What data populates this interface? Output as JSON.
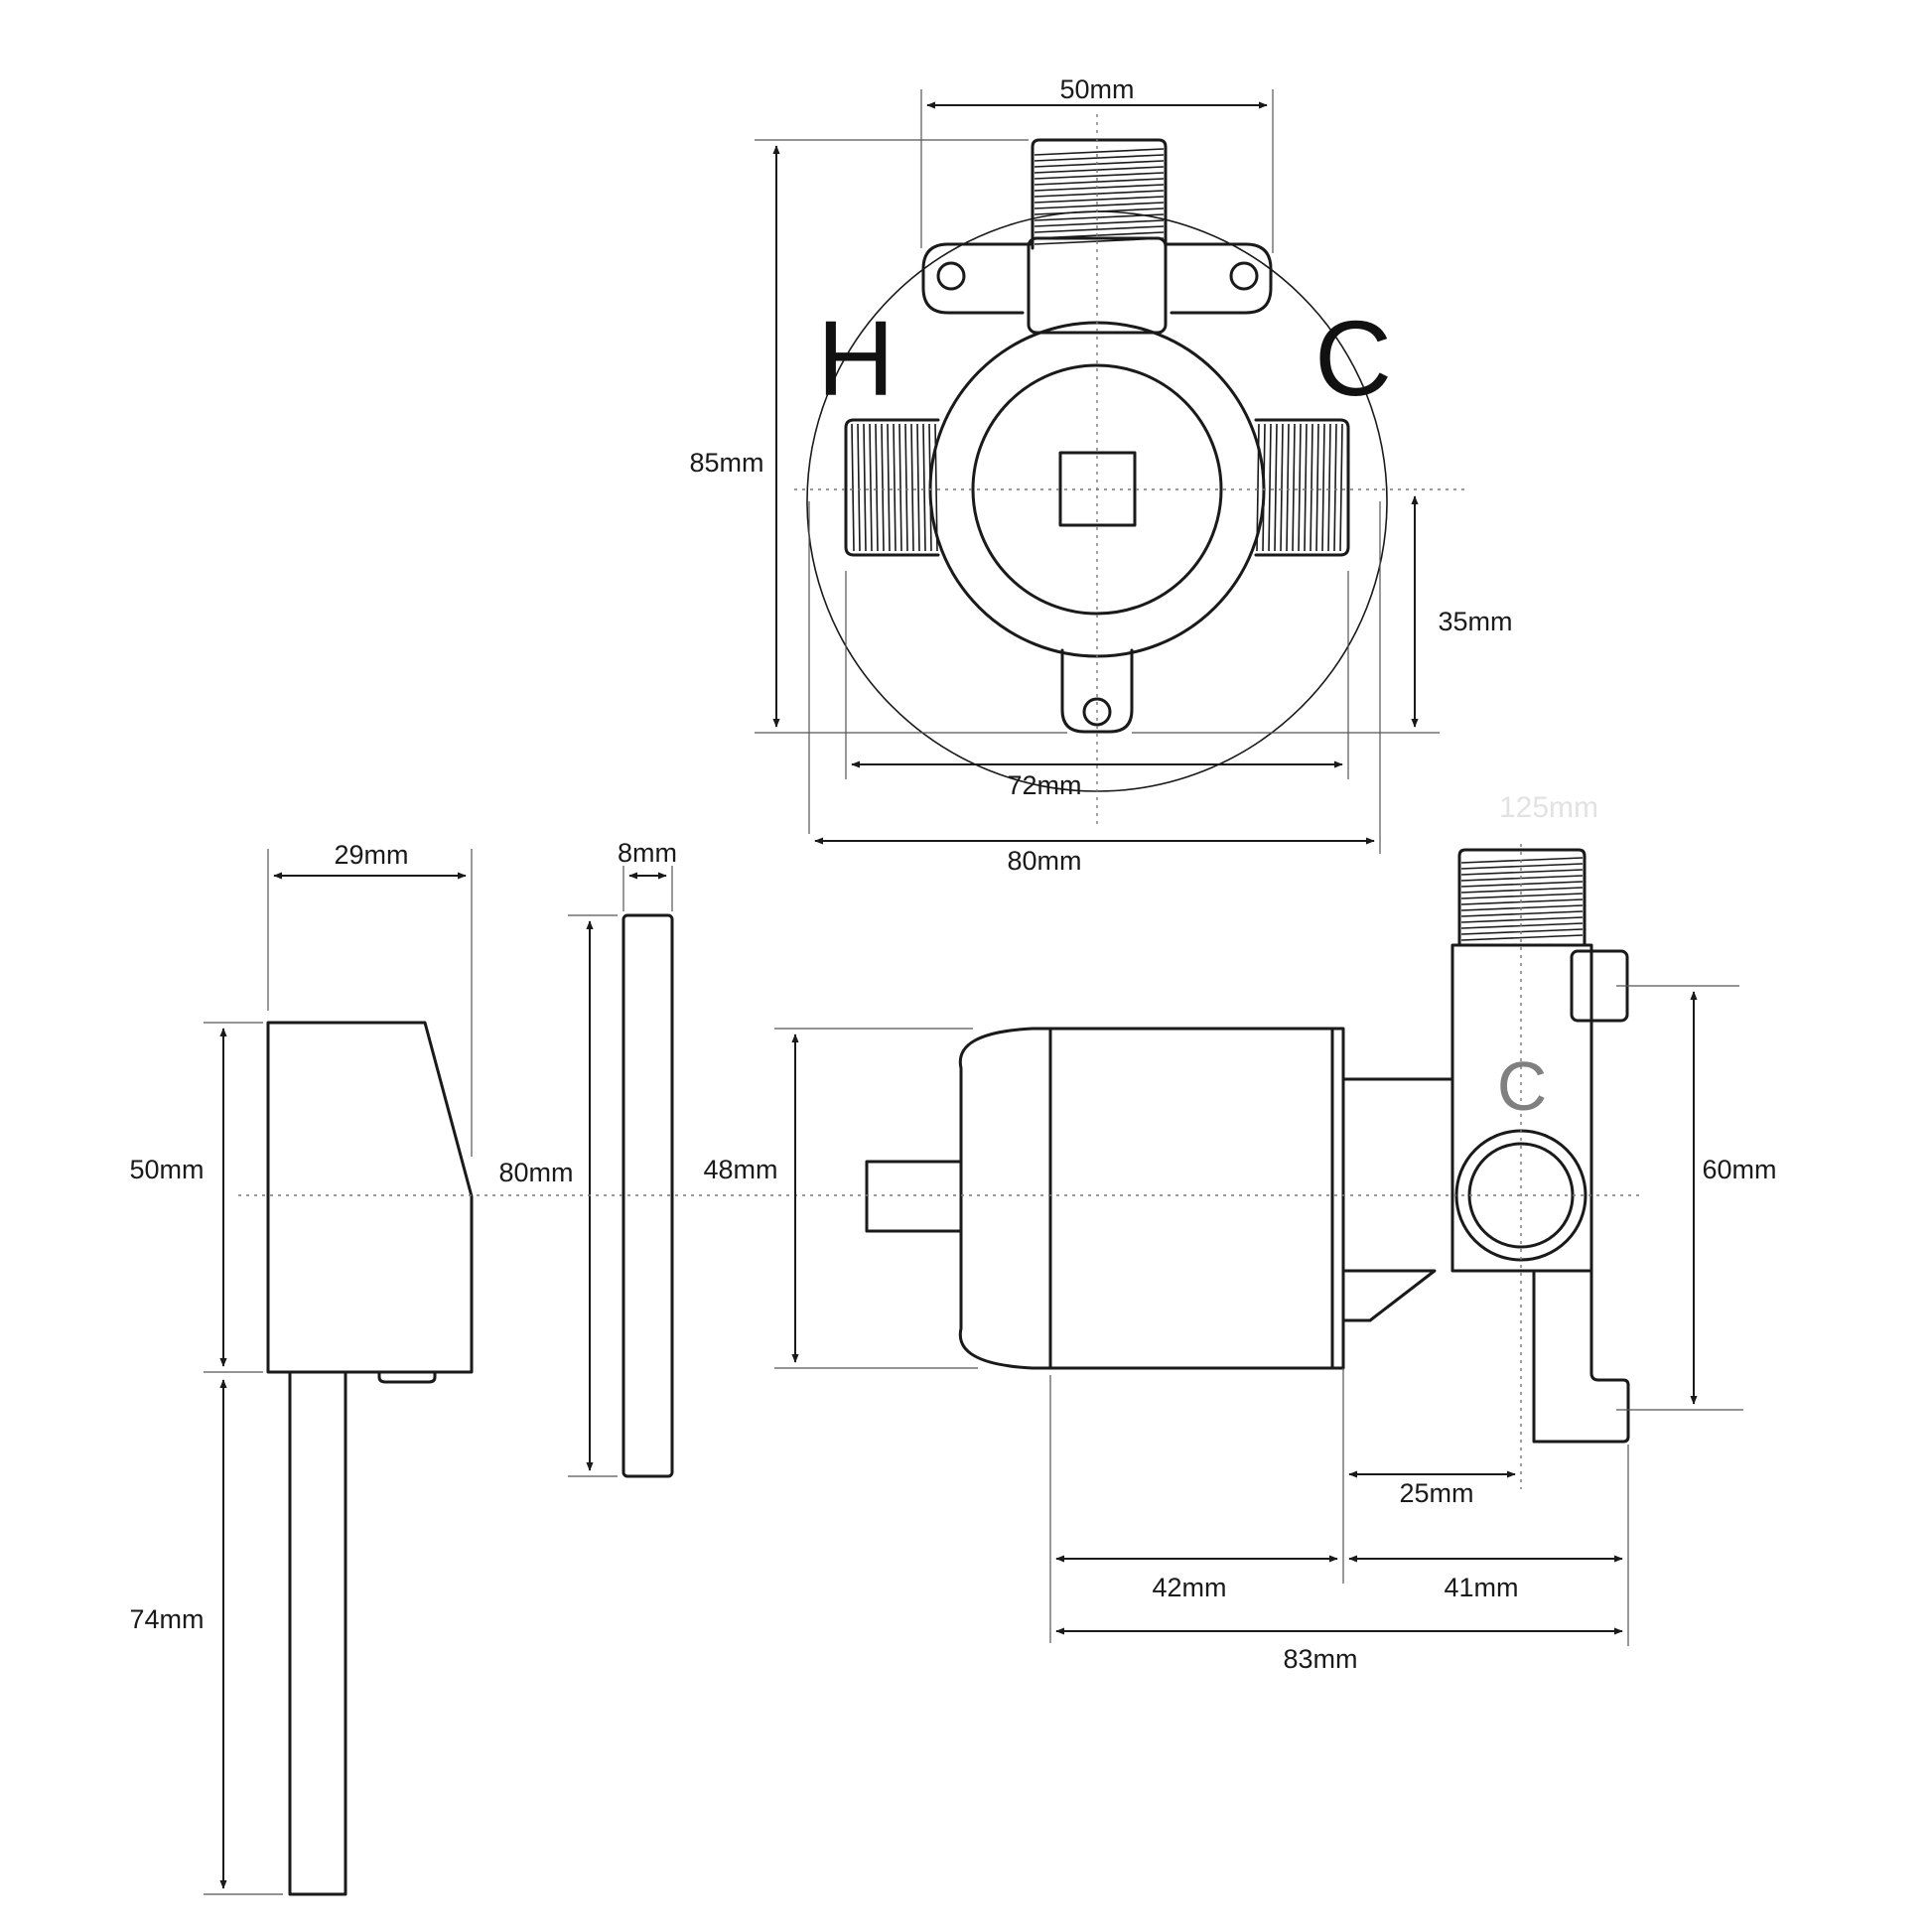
{
  "labels": {
    "hot": "H",
    "cold": "C",
    "cold_side": "C",
    "ghost_dim": "125mm"
  },
  "dimensions": {
    "top_lug_span": "50mm",
    "front_height": "85mm",
    "front_lower_height": "35mm",
    "inlet_span": "72mm",
    "plate_diameter": "80mm",
    "handle_depth": "29mm",
    "handle_height": "50mm",
    "lever_length": "74mm",
    "plate_thickness": "8mm",
    "plate_height": "80mm",
    "body_diameter": "48mm",
    "side_height": "60mm",
    "outlet_offset": "25mm",
    "body_length": "42mm",
    "rear_length": "41mm",
    "overall_length": "83mm"
  }
}
